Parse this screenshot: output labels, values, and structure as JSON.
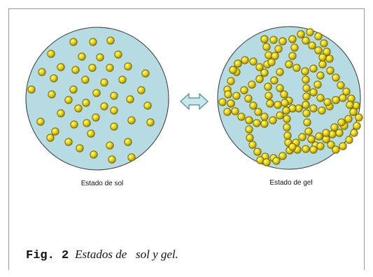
{
  "labels": {
    "sol": "Estado de sol",
    "gel": "Estado de gel"
  },
  "caption": {
    "number": "Fig. 2",
    "text": "Estados de   sol y gel."
  },
  "colors": {
    "circle_fill": "#b7dbe2",
    "circle_stroke": "#3a3a3a",
    "particle_fill": "#e8d400",
    "particle_stroke": "#6b5a00",
    "arrow_fill": "#c8e6ec",
    "arrow_stroke": "#4f8b96"
  },
  "icons": {
    "arrow": "double-headed-arrow-icon"
  }
}
